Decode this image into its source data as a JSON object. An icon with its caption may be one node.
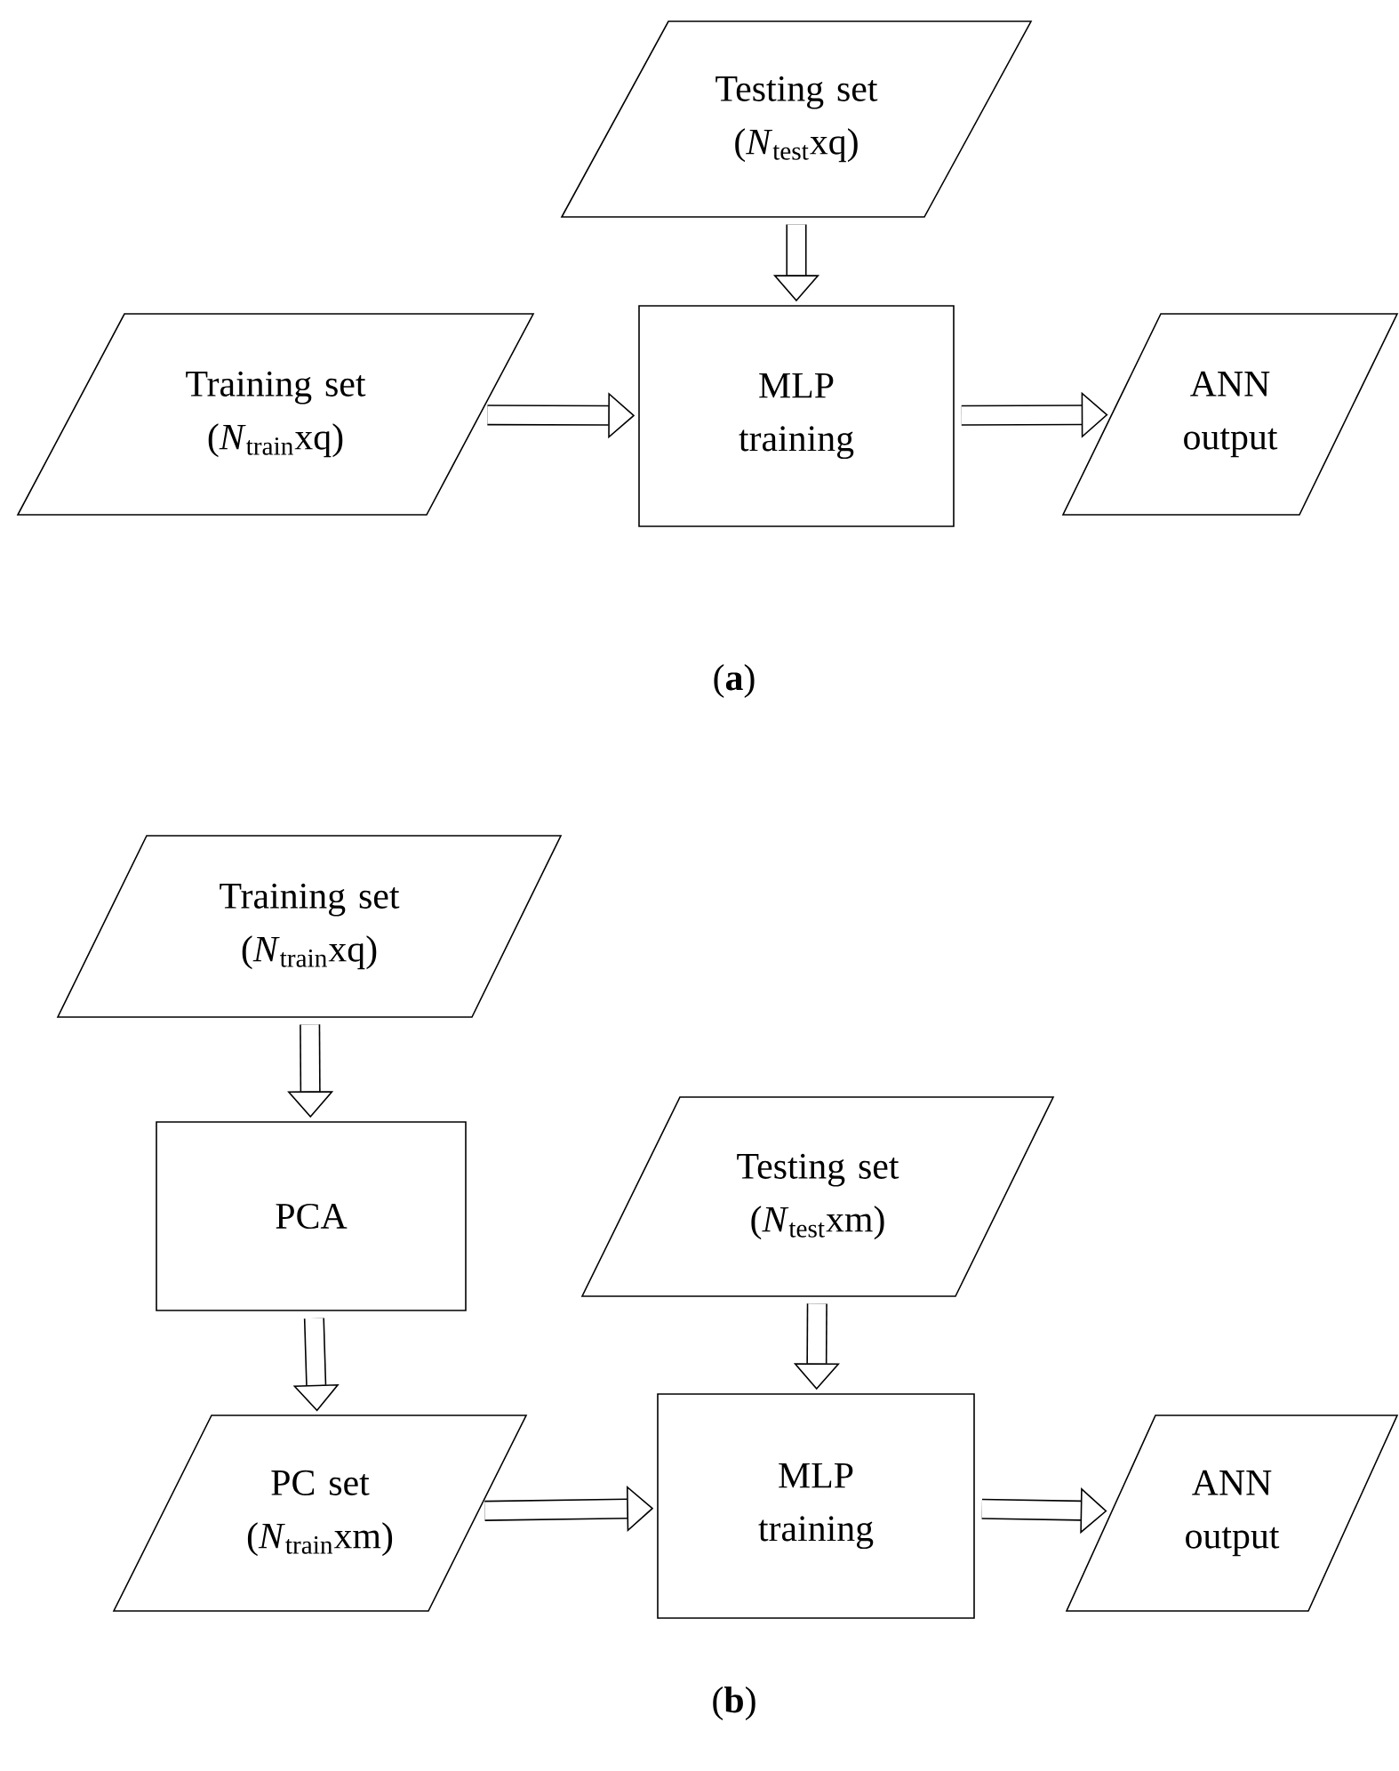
{
  "diagram": {
    "nodes": [
      {
        "text": [
          "Testing set",
          "(*N*$_{test}$xq)"
        ]
      },
      {
        "text": [
          "Training set",
          "(*N*$_{train}$xq)"
        ]
      },
      {
        "text": [
          "MLP training"
        ]
      },
      {
        "text": [
          "ANN output"
        ]
      },
      {
        "text": [
          "Training set",
          "(*N*$_{train}$xq)"
        ]
      },
      {
        "text": [
          "PCA"
        ]
      },
      {
        "text": [
          "Testing set",
          "(*N*$_{test}$xm)"
        ]
      },
      {
        "text": [
          "PC set",
          "(*N*$_{train}$xm)"
        ]
      },
      {
        "text": [
          "MLP training"
        ]
      },
      {
        "text": [
          "ANN output"
        ]
      }
    ],
    "edges": [
      {
        "from": 0,
        "to": 2,
        "arrow": "to"
      },
      {
        "from": 1,
        "to": 2,
        "arrow": "to"
      },
      {
        "from": 2,
        "to": 3,
        "arrow": "to"
      },
      {
        "from": 4,
        "to": 5,
        "arrow": "to"
      },
      {
        "from": 5,
        "to": 7,
        "arrow": "to"
      },
      {
        "from": 6,
        "to": 8,
        "arrow": "to"
      },
      {
        "from": 7,
        "to": 8,
        "arrow": "to"
      },
      {
        "from": 8,
        "to": 9,
        "arrow": "to"
      }
    ],
    "labels": [
      "(**a**)",
      "(**b**)"
    ]
  }
}
